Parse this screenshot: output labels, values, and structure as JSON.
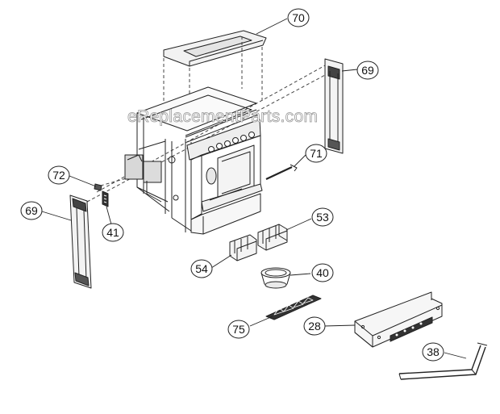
{
  "watermark": "eReplacementParts.com",
  "callouts": {
    "c70": "70",
    "c69_top": "69",
    "c71": "71",
    "c72": "72",
    "c69_left": "69",
    "c41": "41",
    "c53": "53",
    "c54": "54",
    "c40": "40",
    "c75": "75",
    "c28": "28",
    "c38": "38"
  }
}
